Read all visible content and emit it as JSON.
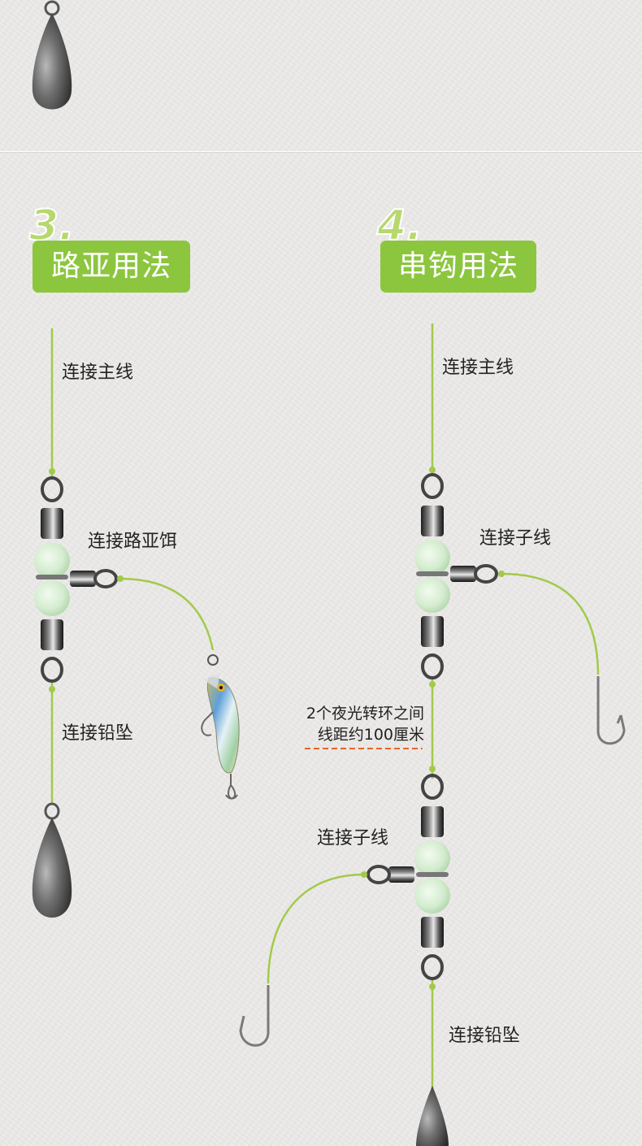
{
  "colors": {
    "accent_green": "#8cc63f",
    "line_green": "#a3c94a",
    "note_dash": "#e8652a",
    "glow_bead": "#d6ecd2"
  },
  "sections": [
    {
      "number": "3.",
      "title": "路亚用法",
      "labels": {
        "main_line": "连接主线",
        "lure": "连接路亚饵",
        "sinker": "连接铅坠"
      }
    },
    {
      "number": "4.",
      "title": "串钩用法",
      "labels": {
        "main_line": "连接主线",
        "branch_top": "连接子线",
        "distance_note_line1": "2个夜光转环之间",
        "distance_note_line2": "线距约100厘米",
        "branch_bottom": "连接子线",
        "sinker": "连接铅坠"
      }
    }
  ],
  "icons": [
    "lead-sinker-icon",
    "three-way-swivel-icon",
    "glow-bead-icon",
    "fishing-hook-icon",
    "minnow-lure-icon"
  ]
}
